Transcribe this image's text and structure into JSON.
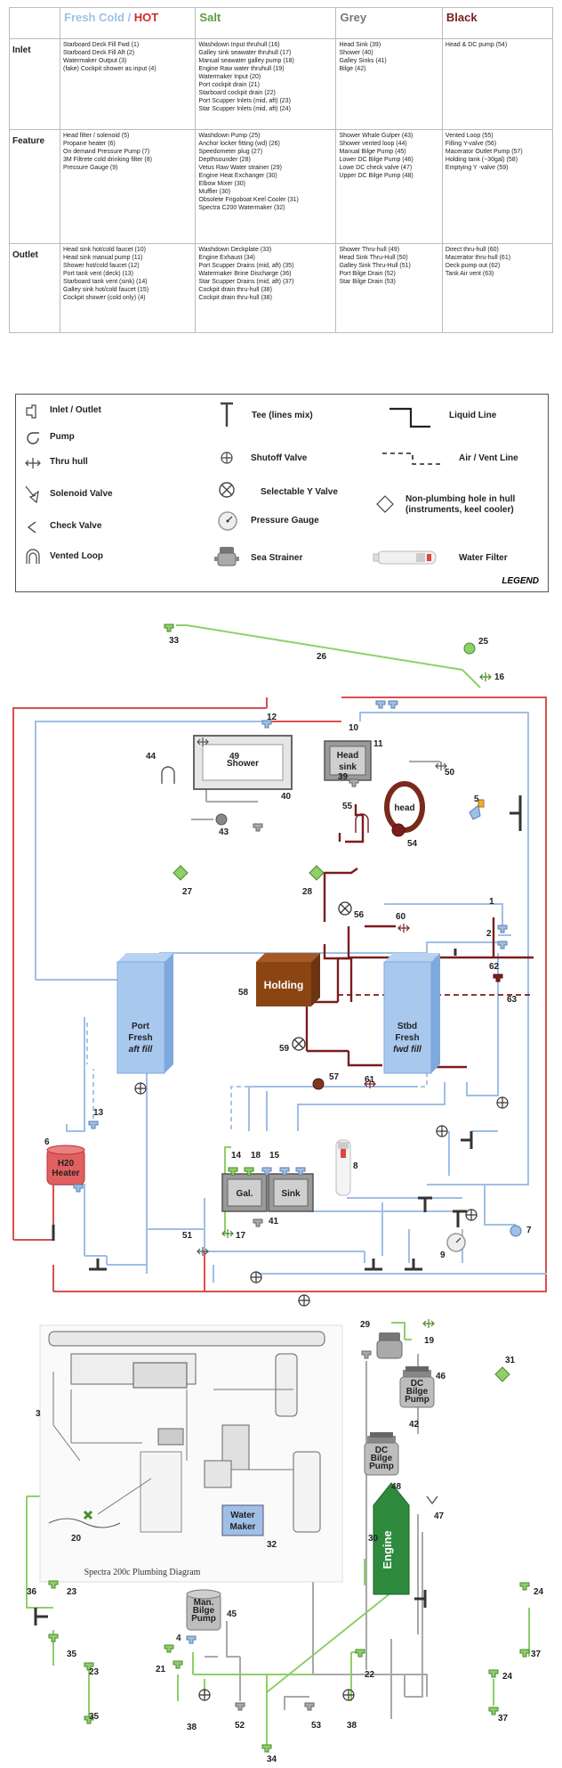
{
  "table": {
    "headers": {
      "fresh": "Fresh Cold",
      "slash": " / ",
      "hot": "HOT",
      "salt": "Salt",
      "grey": "Grey",
      "black": "Black"
    },
    "rows": [
      {
        "label": "Inlet",
        "fresh": [
          "Starboard Deck Fill Fwd (1)",
          "Starboard Deck Fill Aft (2)",
          "Watermaker Output (3)",
          "(fake) Cockpit shower as input (4)"
        ],
        "salt": [
          "Washdown Input thruhull (16)",
          "Galley sink seawater thruhull (17)",
          "Manual seawater galley pump (18)",
          "Engine Raw water thruhull (19)",
          "Watermaker Input (20)",
          "Port cockpit drain (21)",
          "Starboard cockpit drain (22)",
          "Port Scupper Inlets (mid, aft) (23)",
          "Star Scupper Inlets (mid, aft) (24)"
        ],
        "grey": [
          "Head Sink (39)",
          "Shower (40)",
          "Galley Sinks (41)",
          "Bilge (42)"
        ],
        "black": [
          "Head & DC pump (54)"
        ]
      },
      {
        "label": "Feature",
        "fresh": [
          "Head filter / solenoid (5)",
          "Propane heater (6)",
          "On demand Pressure Pump (7)",
          "3M Filtrete cold drinking filter (8)",
          "Pressure Gauge (9)"
        ],
        "salt": [
          "Washdown Pump (25)",
          "Anchor locker fitting (wd) (26)",
          "Speedometer plug (27)",
          "Depthsounder (28)",
          "Vetus Raw Water strainer (29)",
          "Engine Heat Exchanger (30)",
          "Elbow Mixer (30)",
          "Muffler (30)",
          "Obsolete Frigoboat Keel Cooler (31)",
          "Spectra C200 Watermaker (32)"
        ],
        "grey": [
          "Shower Whale Gulper (43)",
          "Shower vented loop (44)",
          "Manual Bilge Pump (45)",
          "Lower DC Bilge Pump (46)",
          "Lowe DC check valve (47)",
          "Upper DC Bilge Pump (48)"
        ],
        "black": [
          "Vented Loop (55)",
          "Filling Y-valve (56)",
          "Macerator Outlet Pump (57)",
          "Holding tank (~30gal) (58)",
          "Emptying Y -valve (59)"
        ]
      },
      {
        "label": "Outlet",
        "fresh": [
          "Head sink hot/cold faucet (10)",
          "Head sink manual pump (11)",
          "Shower hot/cold  faucet (12)",
          "Port tank vent (deck) (13)",
          "Starboard tank vent (sink) (14)",
          "Galley sink hot/cold faucet (15)",
          "Cockpit shower (cold only) (4)"
        ],
        "salt": [
          "Washdown Deckplate (33)",
          "Engine Exhaust (34)",
          "Port Scupper Drains (mid, aft) (35)",
          "Watermaker Brine Discharge (36)",
          "Star Scupper Drains (mid, aft) (37)",
          "Cockpit drain thru-hull (38)",
          "Cockpit drain thru-hull (38)"
        ],
        "grey": [
          "Shower Thru-hull (49)",
          "Head Sink Thru-Hull (50)",
          "Galley Sink Thru-Hull (51)",
          "Port Bilge Drain (52)",
          "Star Bilge Drain (53)"
        ],
        "black": [
          "Direct thru-hull (60)",
          "Macerator thru-hull (61)",
          "Deck pump out (62)",
          "Tank Air vent (63)"
        ]
      }
    ]
  },
  "legend": {
    "title": "LEGEND",
    "items": [
      {
        "label": "Inlet / Outlet",
        "icon": "inlet-outlet-icon"
      },
      {
        "label": "Pump",
        "icon": "pump-icon"
      },
      {
        "label": "Thru hull",
        "icon": "thru-hull-icon"
      },
      {
        "label": "Solenoid Valve",
        "icon": "solenoid-valve-icon"
      },
      {
        "label": "Check Valve",
        "icon": "check-valve-icon"
      },
      {
        "label": "Vented Loop",
        "icon": "vented-loop-icon"
      },
      {
        "label": "Tee (lines mix)",
        "icon": "tee-icon"
      },
      {
        "label": "Shutoff Valve",
        "icon": "shutoff-valve-icon"
      },
      {
        "label": "Selectable Y Valve",
        "icon": "y-valve-icon"
      },
      {
        "label": "Pressure Gauge",
        "icon": "pressure-gauge-icon"
      },
      {
        "label": "Sea Strainer",
        "icon": "sea-strainer-icon"
      },
      {
        "label": "Liquid Line",
        "icon": "liquid-line-icon"
      },
      {
        "label": "Air / Vent Line",
        "icon": "vent-line-icon"
      },
      {
        "label": "Non-plumbing hole in hull (instruments, keel cooler)",
        "icon": "hull-hole-icon"
      },
      {
        "label": "Water Filter",
        "icon": "water-filter-icon"
      }
    ]
  },
  "colors": {
    "fresh": "#9fbfe6",
    "hot": "#d02a2a",
    "salt": "#8fcf6a",
    "grey": "#a0a0a0",
    "black": "#7a1d1d"
  },
  "components": {
    "shower": "Shower",
    "head_sink_1": "Head",
    "head_sink_2": "sink",
    "head": "head",
    "holding": "Holding",
    "port_tank_1": "Port",
    "port_tank_2": "Fresh",
    "port_tank_3": "aft fill",
    "stbd_tank_1": "Stbd",
    "stbd_tank_2": "Fresh",
    "stbd_tank_3": "fwd fill",
    "heater_1": "H20",
    "heater_2": "Heater",
    "galley": "Gal.",
    "sink": "Sink",
    "dc_bilge_1": "DC",
    "dc_bilge_2": "Bilge",
    "dc_bilge_3": "Pump",
    "man_bilge_1": "Man.",
    "man_bilge_2": "Bilge",
    "man_bilge_3": "Pump",
    "engine": "Engine",
    "water_maker_1": "Water",
    "water_maker_2": "Maker",
    "spectra_caption": "Spectra 200c Plumbing Diagram"
  }
}
